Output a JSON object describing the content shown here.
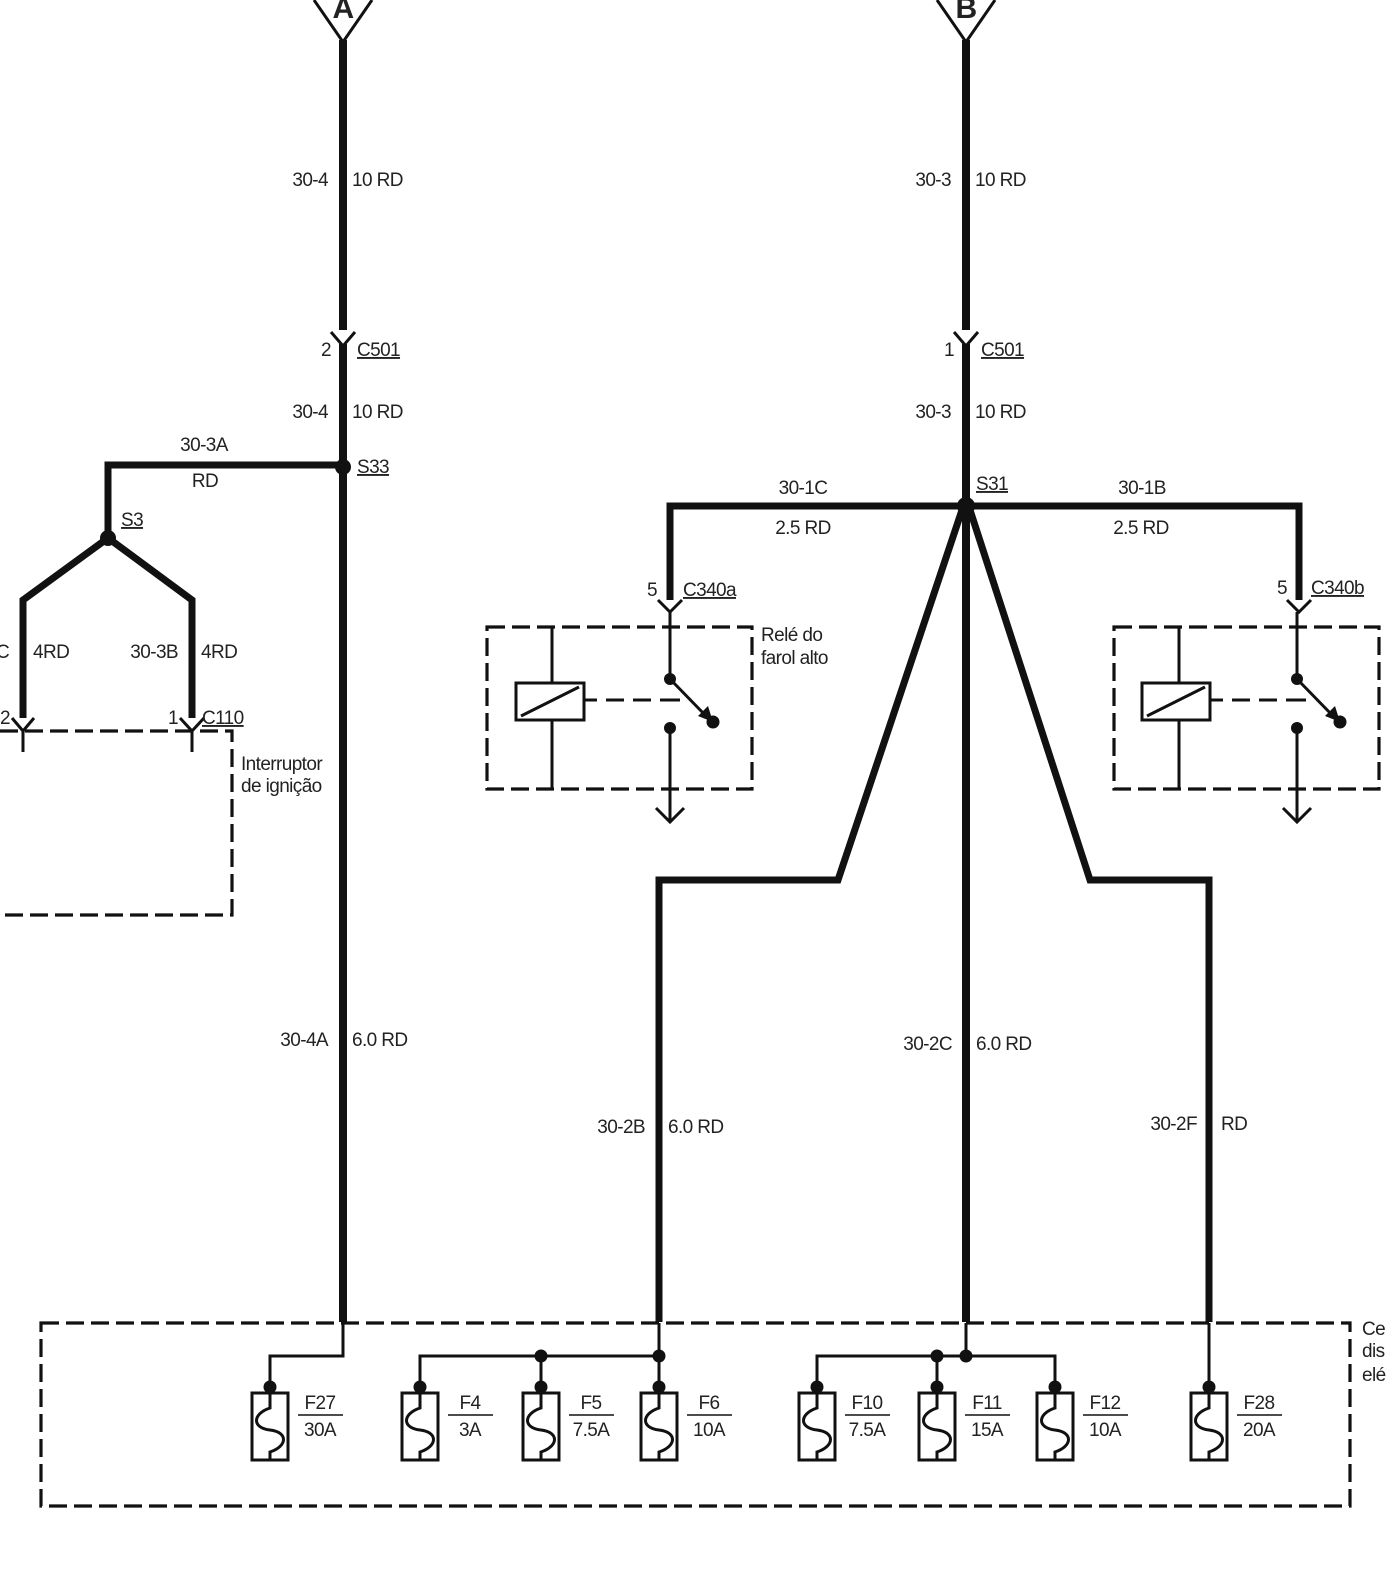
{
  "terminals": {
    "a": "A",
    "b": "B"
  },
  "left": {
    "top_circuit": "30-4",
    "top_gauge": "10 RD",
    "conn_pin": "2",
    "conn_name": "C501",
    "mid_circuit": "30-4",
    "mid_gauge": "10 RD",
    "splice": "S33",
    "branch_circuit": "30-3A",
    "branch_color": "RD",
    "splice2": "S3",
    "wire_l_circuit": "C",
    "wire_l_gauge": "4RD",
    "wire_r_circuit": "30-3B",
    "wire_r_gauge": "4RD",
    "c110_pin_l": "2",
    "c110_pin_r": "1",
    "c110_name": "C110",
    "ignition_label_1": "Interruptor",
    "ignition_label_2": "de ignição",
    "bottom_circuit": "30-4A",
    "bottom_gauge": "6.0 RD"
  },
  "right": {
    "top_circuit": "30-3",
    "top_gauge": "10 RD",
    "conn_pin": "1",
    "conn_name": "C501",
    "mid_circuit": "30-3",
    "mid_gauge": "10 RD",
    "splice": "S31",
    "branch_l_circuit": "30-1C",
    "branch_l_gauge": "2.5 RD",
    "branch_r_circuit": "30-1B",
    "branch_r_gauge": "2.5 RD",
    "relay_a_pin": "5",
    "relay_a_conn": "C340a",
    "relay_label_1": "Relé do",
    "relay_label_2": "farol alto",
    "relay_b_pin": "5",
    "relay_b_conn": "C340b",
    "w2b_circuit": "30-2B",
    "w2b_gauge": "6.0 RD",
    "w2c_circuit": "30-2C",
    "w2c_gauge": "6.0 RD",
    "w2f_circuit": "30-2F",
    "w2f_gauge": "RD"
  },
  "fusebox_label": [
    "Ce",
    "dis",
    "elé"
  ],
  "fuses": [
    {
      "name": "F27",
      "rating": "30A"
    },
    {
      "name": "F4",
      "rating": "3A"
    },
    {
      "name": "F5",
      "rating": "7.5A"
    },
    {
      "name": "F6",
      "rating": "10A"
    },
    {
      "name": "F10",
      "rating": "7.5A"
    },
    {
      "name": "F11",
      "rating": "15A"
    },
    {
      "name": "F12",
      "rating": "10A"
    },
    {
      "name": "F28",
      "rating": "20A"
    }
  ]
}
